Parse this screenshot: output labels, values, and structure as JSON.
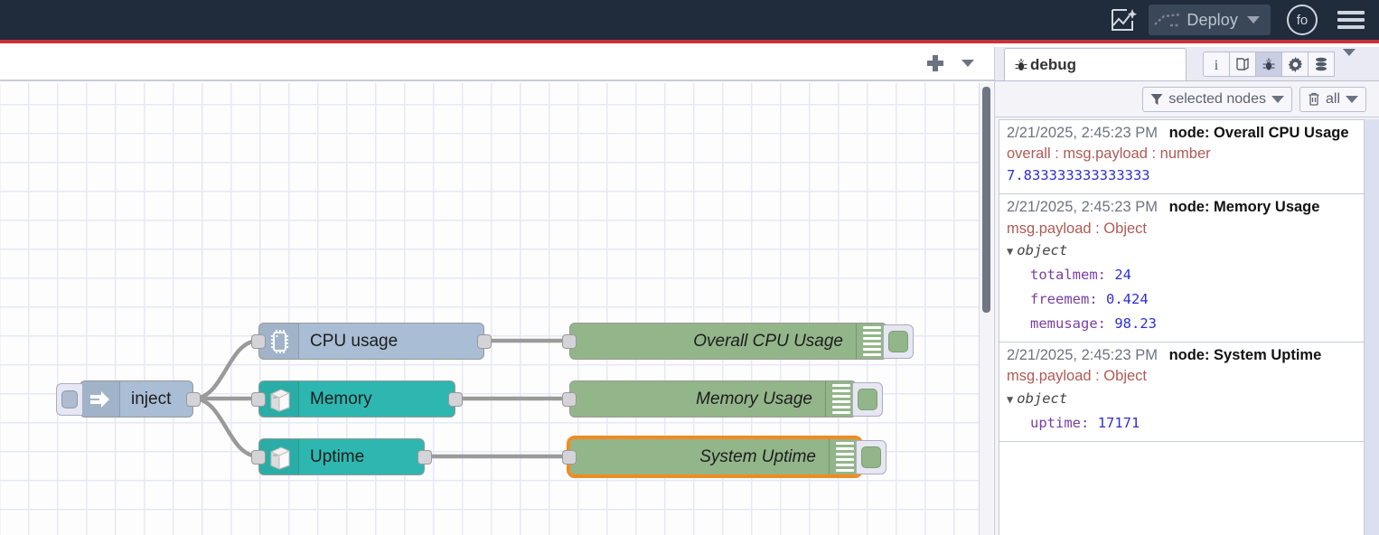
{
  "header": {
    "ai_icon": "ai-flow-sparkle-icon",
    "deploy_label": "Deploy",
    "deploy_icon": "deploy-flow-icon",
    "deploy_caret_icon": "chevron-down-icon",
    "avatar_label": "fo",
    "menu_icon": "hamburger-menu-icon",
    "accent_bar_color": "#c9313a",
    "background_color": "#202b3c"
  },
  "workspace": {
    "add_tab_icon": "plus-icon",
    "tab_menu_icon": "chevron-down-icon",
    "nodes": [
      {
        "name": "inject",
        "label": "inject",
        "icon": "arrow-right-icon",
        "color": "#a9bdd4"
      },
      {
        "name": "cpu-usage",
        "label": "CPU usage",
        "icon": "cpu-chip-icon",
        "color": "#a9bdd4"
      },
      {
        "name": "memory",
        "label": "Memory",
        "icon": "server-box-icon",
        "color": "#2eb7b0"
      },
      {
        "name": "uptime",
        "label": "Uptime",
        "icon": "server-box-icon",
        "color": "#2eb7b0"
      },
      {
        "name": "overall-cpu-usage",
        "label": "Overall CPU Usage",
        "icon": "debug-lines-icon",
        "color": "#93b58a"
      },
      {
        "name": "memory-usage",
        "label": "Memory Usage",
        "icon": "debug-lines-icon",
        "color": "#93b58a"
      },
      {
        "name": "system-uptime",
        "label": "System Uptime",
        "icon": "debug-lines-icon",
        "color": "#93b58a",
        "selected": true
      }
    ],
    "selection_color": "#ef8b23",
    "grid_color": "#e6e8f5"
  },
  "sidebar": {
    "tab_label": "debug",
    "tab_icon": "bug-icon",
    "tool_icons": [
      "info-icon",
      "book-icon",
      "bug-icon",
      "gear-icon",
      "database-stack-icon"
    ],
    "active_tool": "bug-icon",
    "more_icon": "chevron-down-icon",
    "filter": {
      "filter_icon": "funnel-icon",
      "filter_label": "selected nodes",
      "filter_caret": "chevron-down-icon",
      "clear_icon": "trash-icon",
      "clear_label": "all",
      "clear_caret": "chevron-down-icon"
    },
    "messages": [
      {
        "timestamp": "2/21/2025, 2:45:23 PM",
        "node": "node: Overall CPU Usage",
        "topic": "overall : msg.payload : number",
        "kind": "number",
        "value": "7.833333333333333"
      },
      {
        "timestamp": "2/21/2025, 2:45:23 PM",
        "node": "node: Memory Usage",
        "topic": "msg.payload : Object",
        "kind": "object",
        "object_label": "object",
        "entries": [
          {
            "key": "totalmem",
            "value": "24"
          },
          {
            "key": "freemem",
            "value": "0.424"
          },
          {
            "key": "memusage",
            "value": "98.23"
          }
        ]
      },
      {
        "timestamp": "2/21/2025, 2:45:23 PM",
        "node": "node: System Uptime",
        "topic": "msg.payload : Object",
        "kind": "object",
        "object_label": "object",
        "entries": [
          {
            "key": "uptime",
            "value": "17171"
          }
        ]
      }
    ]
  }
}
